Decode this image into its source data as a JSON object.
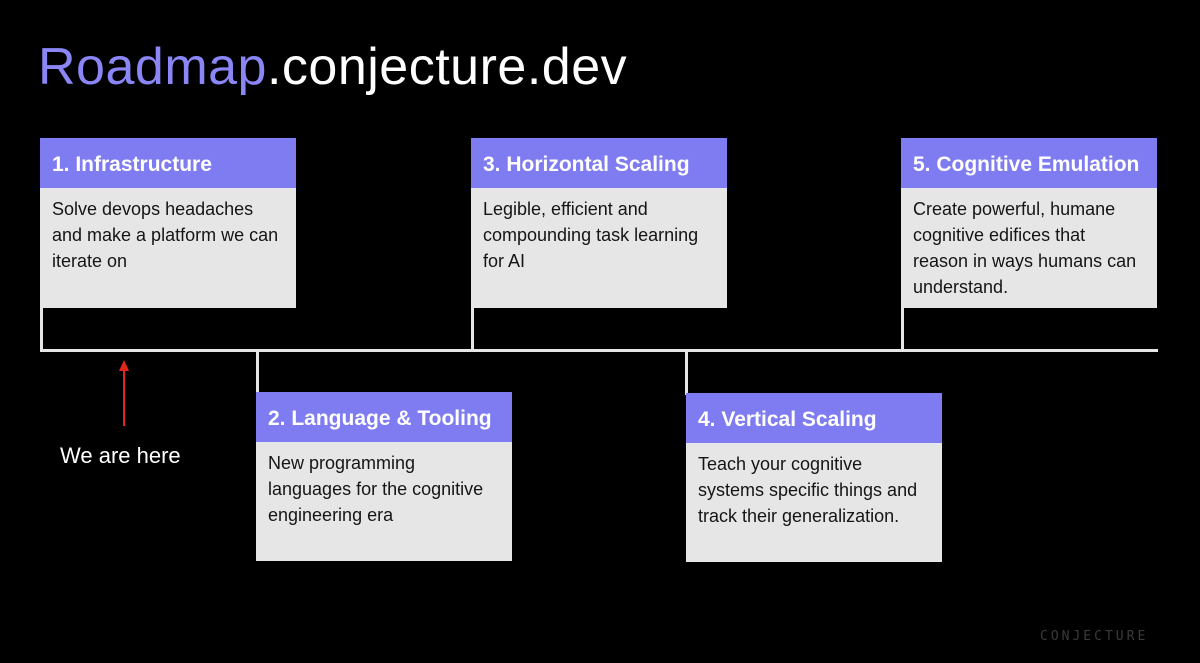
{
  "title": {
    "accent": "Roadmap",
    "rest": ".conjecture.dev"
  },
  "steps": [
    {
      "heading": "1. Infrastructure",
      "body": "Solve devops headaches and make a platform we can iterate on"
    },
    {
      "heading": "2. Language & Tooling",
      "body": "New programming languages for the cognitive engineering era"
    },
    {
      "heading": "3. Horizontal Scaling",
      "body": "Legible, efficient and compounding task learning for AI"
    },
    {
      "heading": "4. Vertical Scaling",
      "body": "Teach your cognitive systems specific things and track their generalization."
    },
    {
      "heading": "5. Cognitive Emulation",
      "body": "Create powerful, humane cognitive edifices that reason in ways humans can understand."
    }
  ],
  "marker": {
    "label": "We are here"
  },
  "logo": "CONJECTURE",
  "colors": {
    "accent": "#8b86f5",
    "card_header": "#7f7cf2",
    "card_body": "#e6e6e6",
    "arrow": "#e3261c",
    "background": "#000000"
  }
}
